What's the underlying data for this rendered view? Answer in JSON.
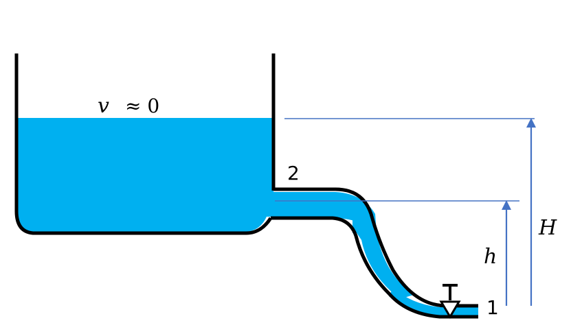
{
  "labels": {
    "velocity_symbol": "v",
    "velocity_relation": "≈ 0",
    "point_2": "2",
    "point_1": "1",
    "height_small": "h",
    "height_large": "H"
  },
  "colors": {
    "water": "#00b0f0",
    "walls": "#000000",
    "dimension_lines": "#4472c4",
    "background": "#ffffff"
  },
  "icons": {
    "valve": "gate-valve-icon",
    "free_surface_marker": "water-level-triangle-icon"
  }
}
